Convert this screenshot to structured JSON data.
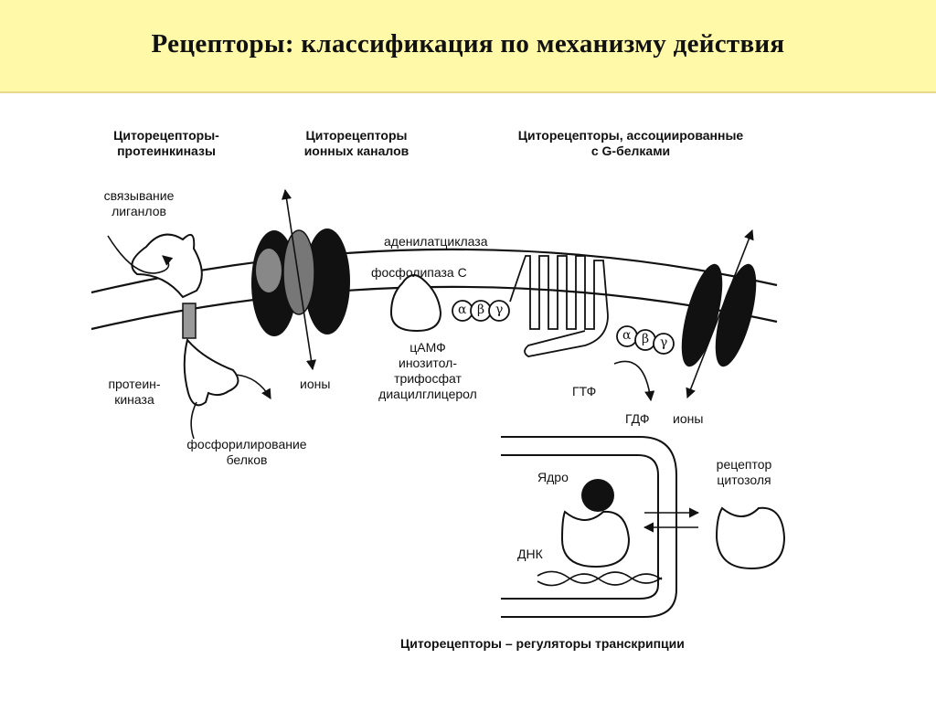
{
  "header": {
    "title": "Рецепторы: классификация по механизму действия",
    "background": "#fff9a8"
  },
  "diagram": {
    "groups": {
      "protein_kinases": [
        "Циторецепторы-",
        "протеинкиназы"
      ],
      "ion_channels": [
        "Циторецепторы",
        "ионных каналов"
      ],
      "g_protein": [
        "Циторецепторы, ассоциированные",
        "с G-белками"
      ],
      "transcription": "Циторецепторы – регуляторы транскрипции"
    },
    "labels": {
      "ligand_binding": [
        "связывание",
        "лиганлов"
      ],
      "protein_kinase": [
        "протеин-",
        "киназа"
      ],
      "phosphorylation": [
        "фосфорилирование",
        "белков"
      ],
      "ions_1": "ионы",
      "adenylate_cyclase": "аденилатциклаза",
      "phospholipase": "фосфолипаза С",
      "alpha": "α",
      "beta": "β",
      "gamma": "γ",
      "second_messengers": [
        "цАМФ",
        "инозитол-",
        "трифосфат",
        "диацилглицерол"
      ],
      "gtp": "ГТФ",
      "gdp": "ГДФ",
      "ions_2": "ионы",
      "nucleus": "Ядро",
      "dna": "ДНК",
      "cytosol_receptor": [
        "рецептор",
        "цитозоля"
      ]
    }
  }
}
